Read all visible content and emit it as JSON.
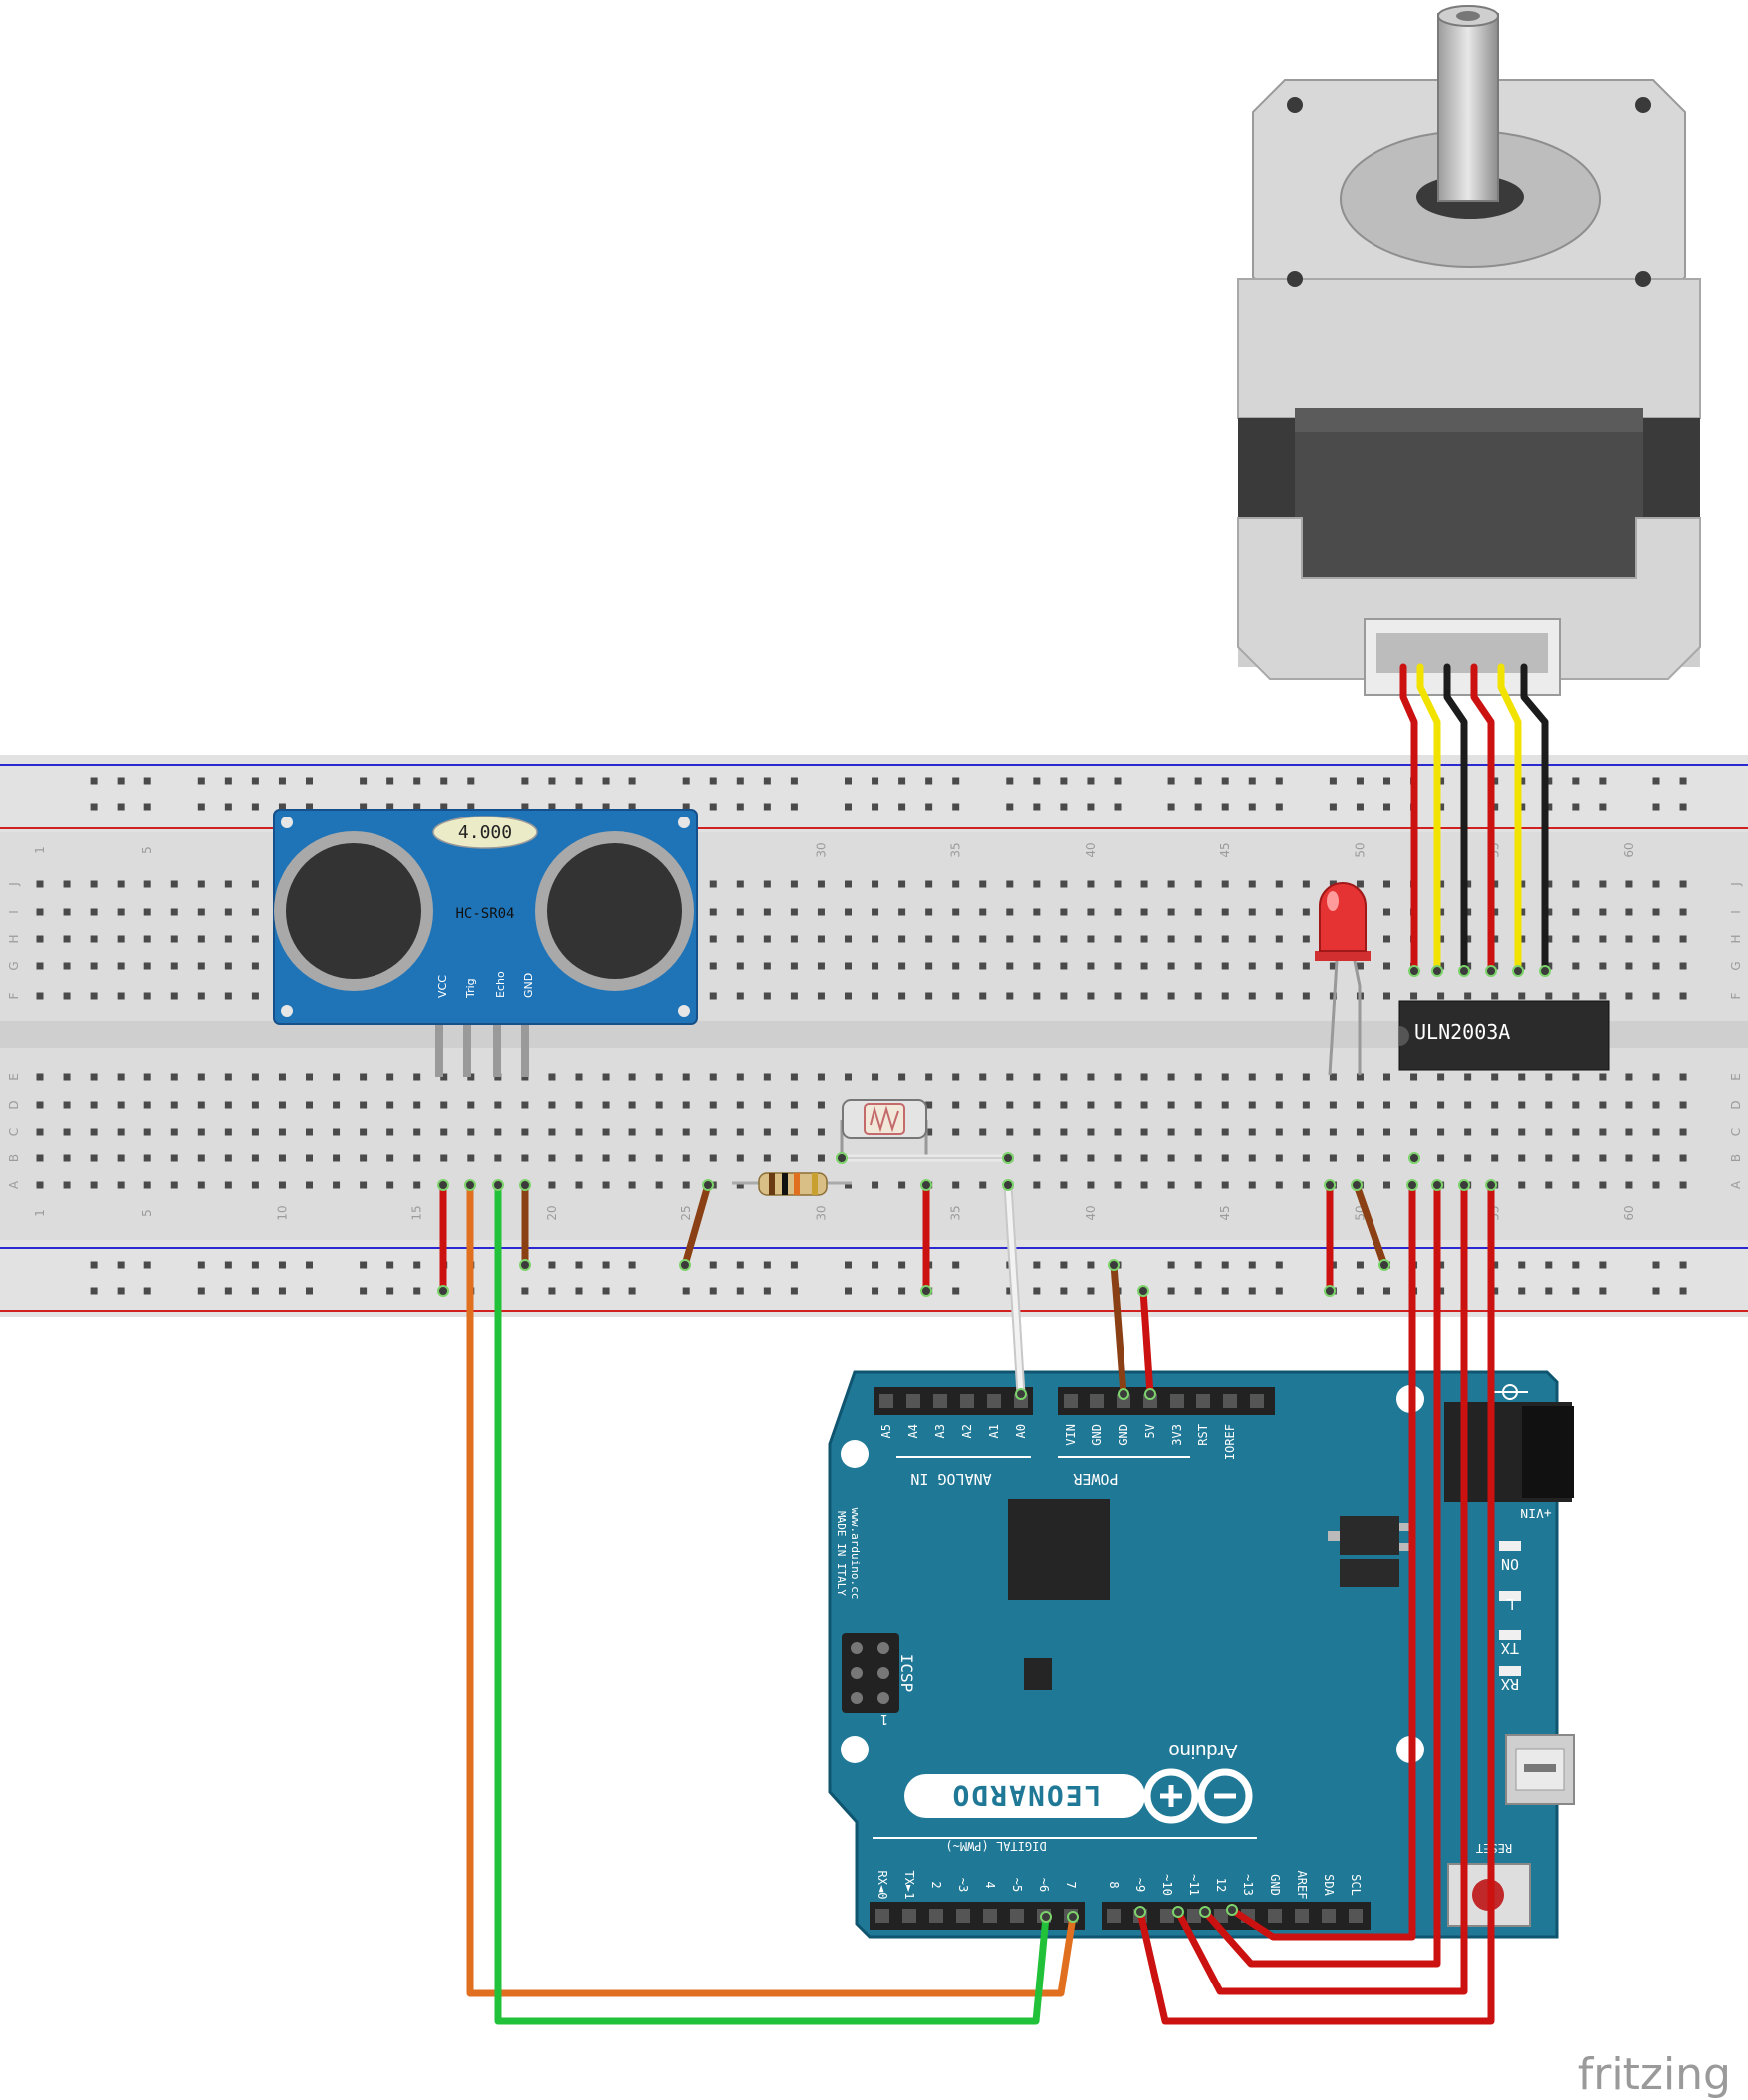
{
  "breadboard": {
    "row_labels_top": [
      "J",
      "I",
      "H",
      "G",
      "F"
    ],
    "row_labels_bottom": [
      "E",
      "D",
      "C",
      "B",
      "A"
    ],
    "column_numbers": [
      "1",
      "5",
      "10",
      "15",
      "20",
      "25",
      "30",
      "35",
      "40",
      "45",
      "50",
      "55",
      "60"
    ]
  },
  "sensor": {
    "model": "HC-SR04",
    "crystal": "4.000",
    "pins": [
      "VCC",
      "Trig",
      "Echo",
      "GND"
    ]
  },
  "driver_ic": {
    "label": "ULN2003A"
  },
  "arduino": {
    "brand": "Arduino",
    "model": "LEONARDO",
    "website": "www.arduino.cc",
    "made_in": "MADE IN ITALY",
    "icsp": "ICSP",
    "analog_header_title": "ANALOG IN",
    "analog_pins": [
      "A5",
      "A4",
      "A3",
      "A2",
      "A1",
      "A0"
    ],
    "power_header_title": "POWER",
    "power_pins": [
      "VIN",
      "GND",
      "GND",
      "5V",
      "3V3",
      "RST",
      "IOREF"
    ],
    "digital_header_title": "DIGITAL (PWM~)",
    "digital_pins_low": [
      "RX◄0",
      "TX►1",
      "2",
      "~3",
      "4",
      "~5",
      "~6",
      "7"
    ],
    "digital_pins_high": [
      "8",
      "~9",
      "~10",
      "~11",
      "12",
      "~13",
      "GND",
      "AREF",
      "SDA",
      "SCL"
    ],
    "leds": [
      "ON",
      "L",
      "TX",
      "RX"
    ],
    "vin_label": "+VIN",
    "reset_label": "RESET",
    "one_label": "1"
  },
  "watermark": "fritzing",
  "colors": {
    "wire_red": "#cc1111",
    "wire_orange": "#e07020",
    "wire_green": "#22c13a",
    "wire_brown": "#8a4014",
    "wire_yellow": "#f2e200",
    "wire_black": "#1c1c1c",
    "wire_white": "#e8e8e8",
    "arduino_blue": "#1f7896",
    "sensor_blue": "#1f74b8",
    "breadboard": "#dcdcdc"
  }
}
